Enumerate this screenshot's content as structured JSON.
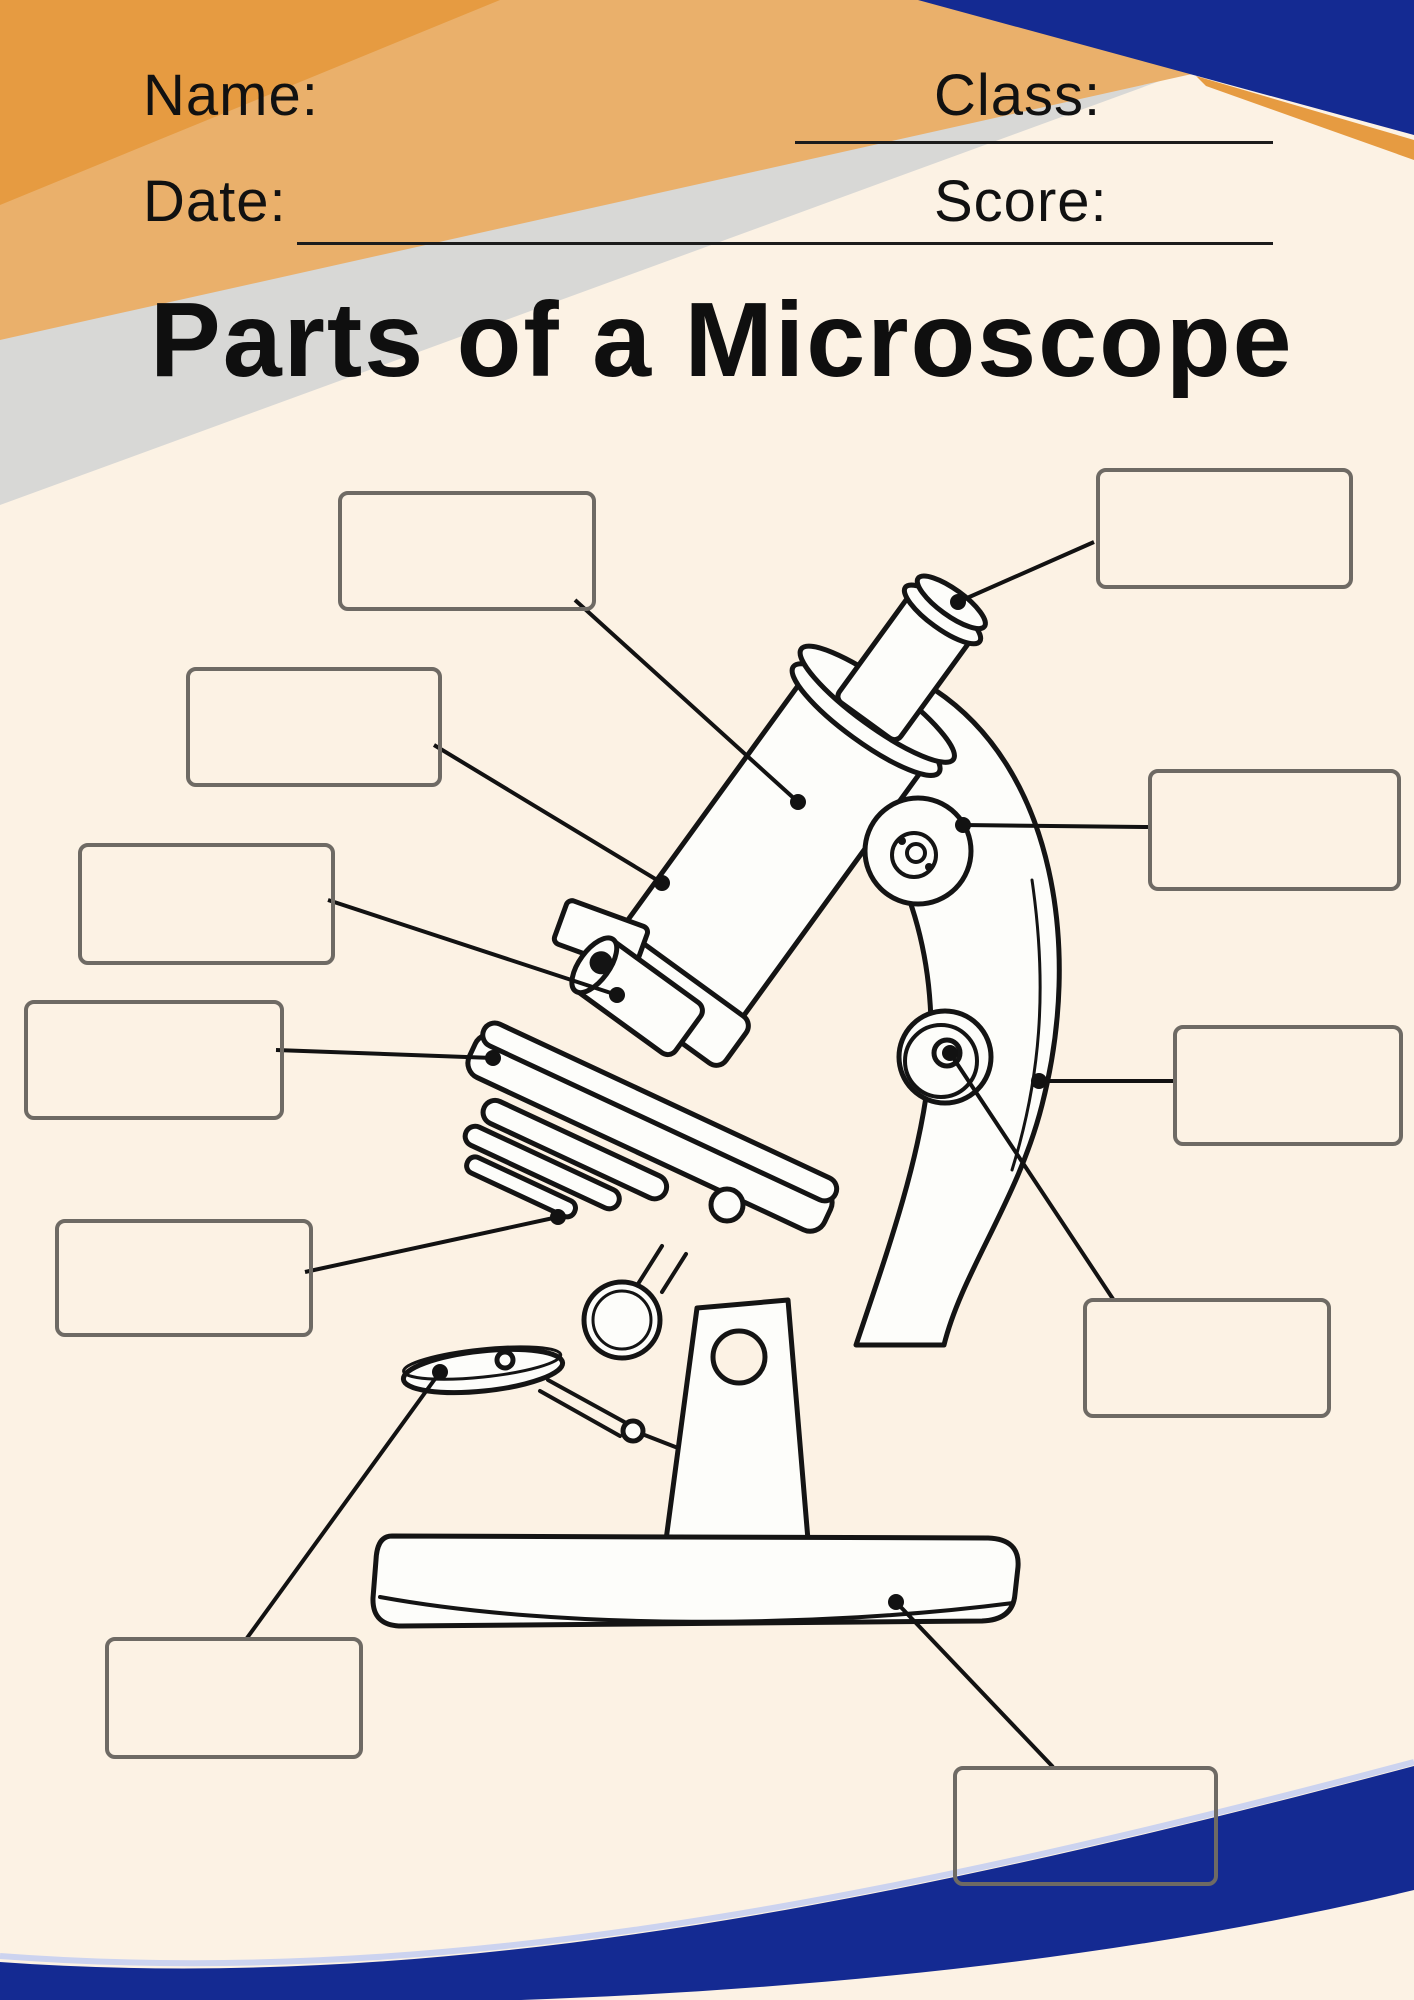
{
  "page": {
    "title": "Parts of a Microscope"
  },
  "form": {
    "name_label": "Name:",
    "class_label": "Class:",
    "date_label": "Date:",
    "score_label": "Score:",
    "name_value": "",
    "class_value": "",
    "date_value": "",
    "score_value": ""
  },
  "colors": {
    "cream_background": "#fcf2e4",
    "navy_accent": "#142a92",
    "orange_dark": "#e69b41",
    "orange_light": "#eab06b",
    "gray_band": "#d8d8d6",
    "box_border_gray": "#6e6a64",
    "ink": "#141414"
  },
  "diagram": {
    "boxes": [
      {
        "part": "body-tube",
        "value": ""
      },
      {
        "part": "eyepiece",
        "value": ""
      },
      {
        "part": "revolving-nosepiece",
        "value": ""
      },
      {
        "part": "coarse-adjustment-knob",
        "value": ""
      },
      {
        "part": "objective-lens",
        "value": ""
      },
      {
        "part": "stage",
        "value": ""
      },
      {
        "part": "arm",
        "value": ""
      },
      {
        "part": "diaphragm",
        "value": ""
      },
      {
        "part": "fine-adjustment-knob",
        "value": ""
      },
      {
        "part": "mirror",
        "value": ""
      },
      {
        "part": "base",
        "value": ""
      }
    ]
  }
}
